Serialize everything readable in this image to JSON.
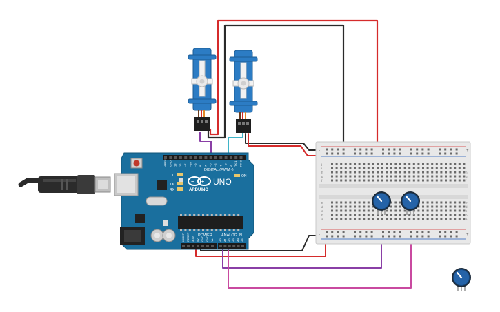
{
  "arduino": {
    "logo_text": "ARDUINO",
    "model": "UNO",
    "digital_label": "DIGITAL (PWM~)",
    "power_label": "POWER",
    "analog_label": "ANALOG IN",
    "on_label": "ON",
    "tx_label": "TX",
    "rx_label": "RX",
    "l_label": "L",
    "digital_pins": [
      "AREF",
      "GND",
      "13",
      "12",
      "~11",
      "~10",
      "~9",
      "8",
      "7",
      "~6",
      "~5",
      "4",
      "~3",
      "2",
      "TX 1",
      "RX 0"
    ],
    "power_pins": [
      "IOREF",
      "RESET",
      "3.3V",
      "5V",
      "GND",
      "GND",
      "Vin"
    ],
    "analog_pins": [
      "A0",
      "A1",
      "A2",
      "A3",
      "A4",
      "A5"
    ]
  },
  "breadboard": {
    "rail_plus": "+",
    "rail_minus": "-",
    "row_letters": [
      "a",
      "b",
      "c",
      "d",
      "e",
      "f",
      "g",
      "h",
      "i",
      "j"
    ],
    "columns": 30
  },
  "components": {
    "servos": [
      {
        "name": "servo-1"
      },
      {
        "name": "servo-2"
      }
    ],
    "potentiometers": [
      {
        "name": "potentiometer-1"
      },
      {
        "name": "potentiometer-2"
      },
      {
        "name": "potentiometer-3"
      }
    ],
    "usb_cable": {
      "name": "usb-cable"
    }
  },
  "colors": {
    "board": "#1a6f9e",
    "wire_red": "#d52b2b",
    "wire_black": "#2a2a2a",
    "wire_purple": "#8a3fa6",
    "wire_magenta": "#c94aa0",
    "wire_cyan": "#3fb4c8",
    "wire_orange": "#e08a2a",
    "servo_body": "#2c7cc4",
    "knob": "#2563a8"
  }
}
